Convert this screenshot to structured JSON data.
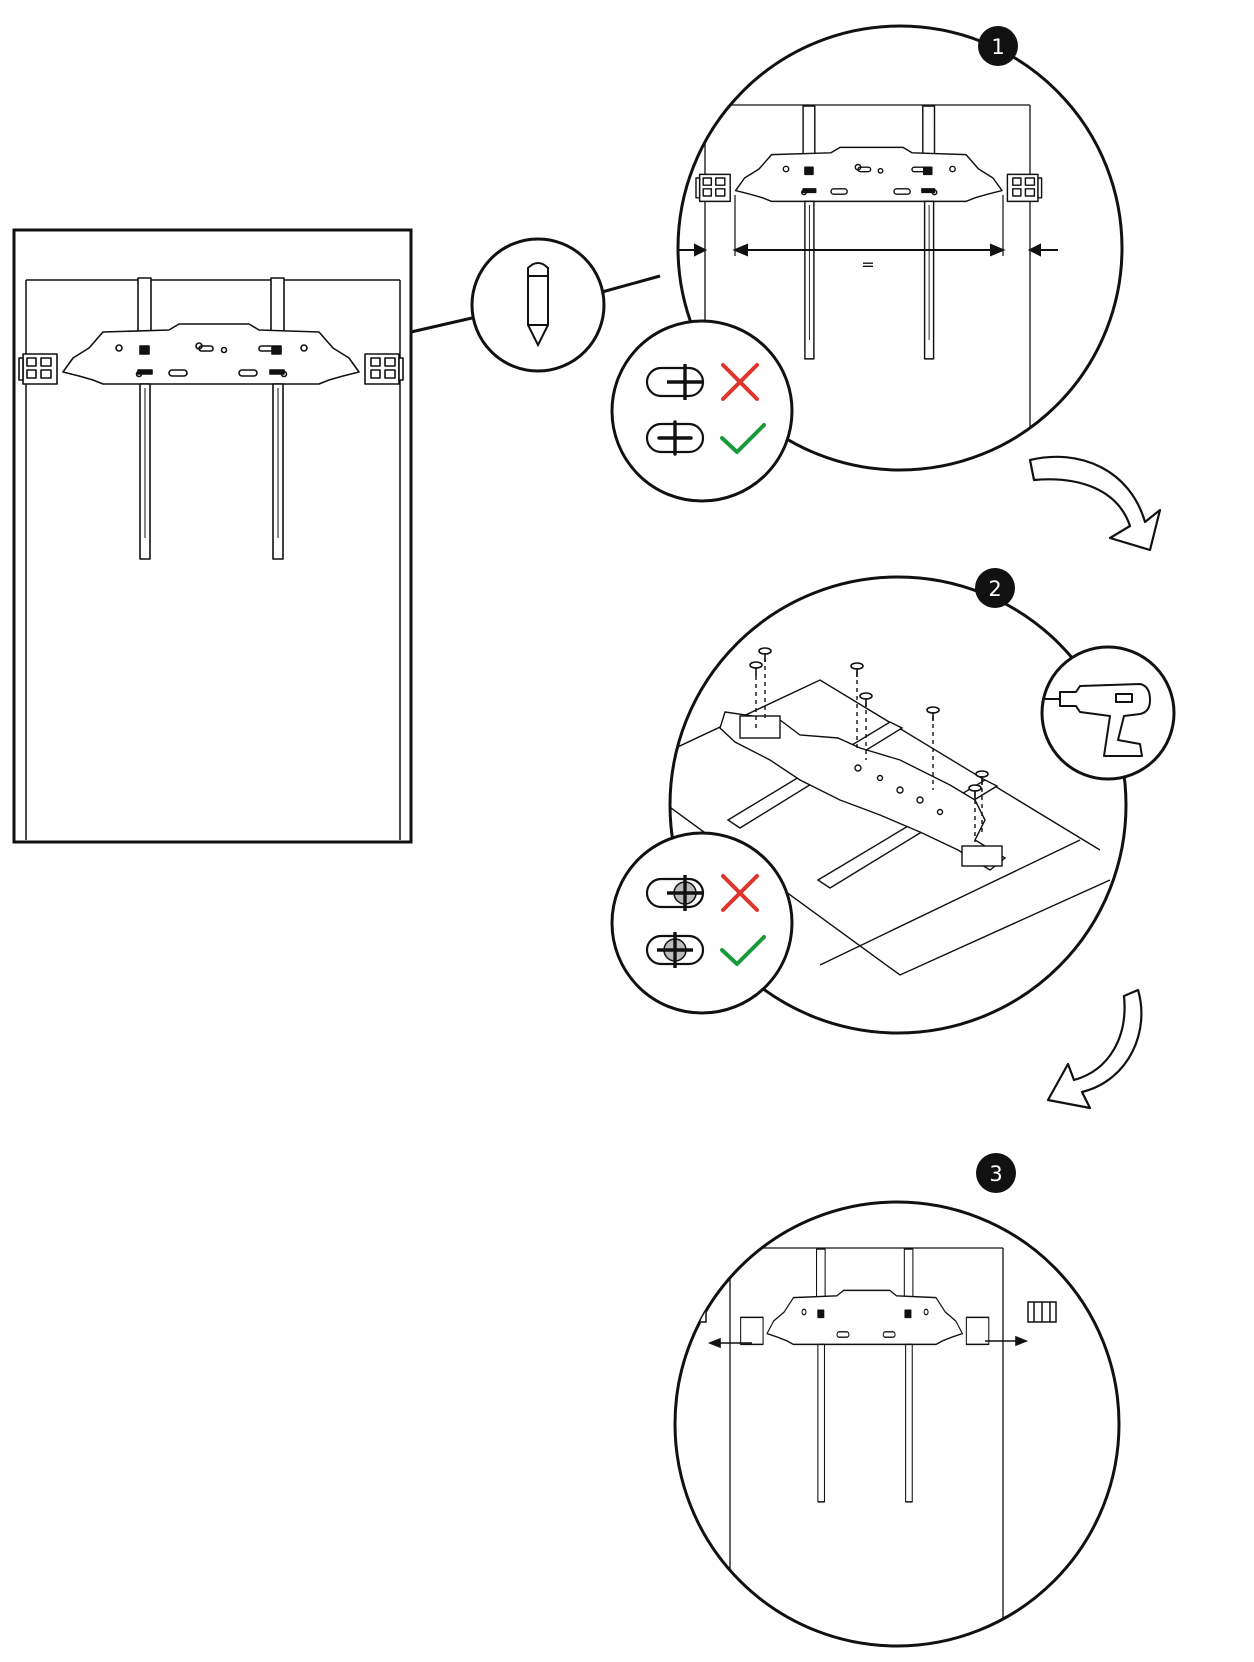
{
  "steps": [
    {
      "number": "1",
      "dimension_mark": "="
    },
    {
      "number": "2"
    },
    {
      "number": "3"
    }
  ],
  "tools": {
    "step1": "pencil-icon",
    "step2": "power-drill-icon"
  },
  "checks": {
    "wrong_symbol": "cross-icon",
    "right_symbol": "check-icon",
    "wrong_color": "#e0352b",
    "right_color": "#1a9a3a"
  }
}
